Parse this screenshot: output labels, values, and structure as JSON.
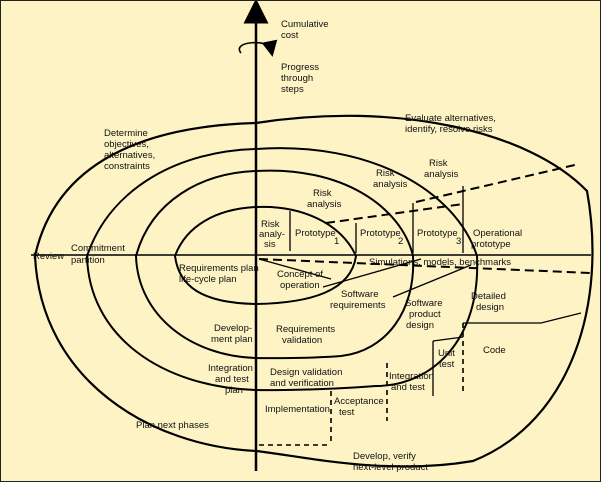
{
  "axis": {
    "cumulative_cost": [
      "Cumulative",
      "cost"
    ],
    "progress": [
      "Progress",
      "through",
      "steps"
    ]
  },
  "quadrants": {
    "determine": [
      "Determine",
      "objectives,",
      "alternatives,",
      "constraints"
    ],
    "evaluate": [
      "Evaluate alternatives,",
      "identify, resolve risks"
    ],
    "plan_next": "Plan next phases",
    "develop": [
      "Develop, verify",
      "next-level product"
    ]
  },
  "left_labels": {
    "review": "Review",
    "commitment": [
      "Commitment",
      "partition"
    ]
  },
  "risk": {
    "r1": [
      "Risk",
      "analy-",
      "sis"
    ],
    "r2": [
      "Risk",
      "analysis"
    ],
    "r3": [
      "Risk",
      "analysis"
    ],
    "r4": [
      "Risk",
      "analysis"
    ]
  },
  "prototypes": {
    "p1": "Prototype",
    "p1_num": "1",
    "p2": "Prototype",
    "p2_num": "2",
    "p3": "Prototype",
    "p3_num": "3",
    "operational": [
      "Operational",
      "prototype"
    ]
  },
  "simulations": "Simulations, models, benchmarks",
  "plans": {
    "requirements_plan": [
      "Requirements plan",
      "life-cycle plan"
    ],
    "development_plan": [
      "Develop-",
      "ment plan"
    ],
    "integration_plan": [
      "Integration",
      "and test",
      "plan"
    ]
  },
  "develop_steps": {
    "concept": [
      "Concept of",
      "operation"
    ],
    "software_requirements": [
      "Software",
      "requirements"
    ],
    "requirements_validation": [
      "Requirements",
      "validation"
    ],
    "software_product_design": [
      "Software",
      "product",
      "design"
    ],
    "design_validation": [
      "Design validation",
      "and verification"
    ],
    "detailed_design": [
      "Detailed",
      "design"
    ],
    "code": "Code",
    "unit_test": [
      "Unit",
      "test"
    ],
    "integration_test": [
      "Integration",
      "and test"
    ],
    "acceptance_test": [
      "Acceptance",
      "test"
    ],
    "implementation": "Implementation"
  }
}
